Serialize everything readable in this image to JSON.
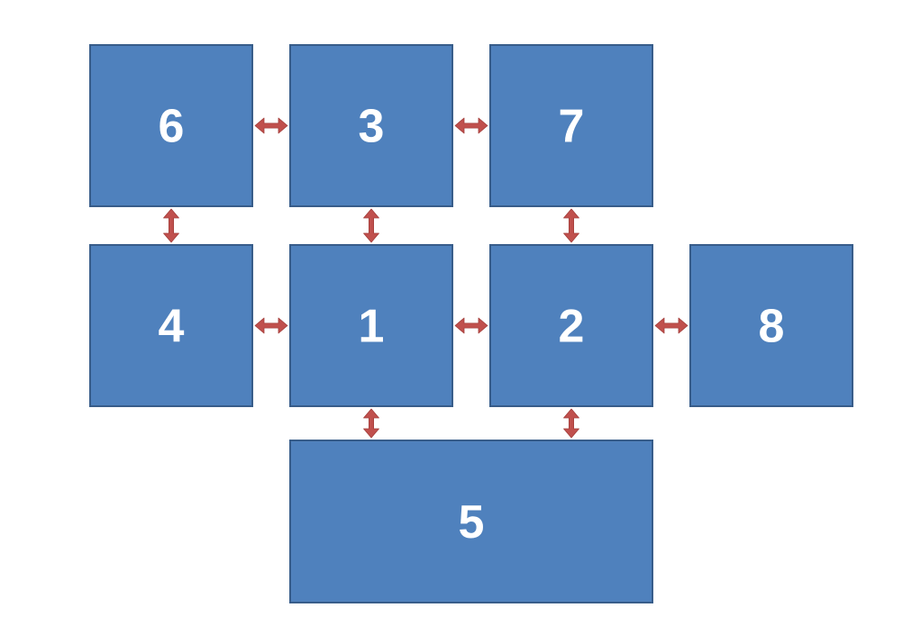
{
  "colors": {
    "box_fill": "#4f81bd",
    "box_stroke": "#385d8a",
    "label": "#ffffff",
    "connector": "#c0504d",
    "background": "#ffffff"
  },
  "boxes": [
    {
      "id": "6",
      "label": "6"
    },
    {
      "id": "3",
      "label": "3"
    },
    {
      "id": "7",
      "label": "7"
    },
    {
      "id": "4",
      "label": "4"
    },
    {
      "id": "1",
      "label": "1"
    },
    {
      "id": "2",
      "label": "2"
    },
    {
      "id": "8",
      "label": "8"
    },
    {
      "id": "5",
      "label": "5"
    }
  ],
  "connectors": [
    {
      "from": "6",
      "to": "3",
      "style": "bidirectional"
    },
    {
      "from": "3",
      "to": "7",
      "style": "bidirectional"
    },
    {
      "from": "6",
      "to": "4",
      "style": "bidirectional"
    },
    {
      "from": "3",
      "to": "1",
      "style": "bidirectional"
    },
    {
      "from": "7",
      "to": "2",
      "style": "bidirectional"
    },
    {
      "from": "4",
      "to": "1",
      "style": "bidirectional"
    },
    {
      "from": "1",
      "to": "2",
      "style": "bidirectional"
    },
    {
      "from": "2",
      "to": "8",
      "style": "bidirectional"
    },
    {
      "from": "1",
      "to": "5",
      "style": "bidirectional"
    },
    {
      "from": "2",
      "to": "5",
      "style": "bidirectional"
    }
  ]
}
